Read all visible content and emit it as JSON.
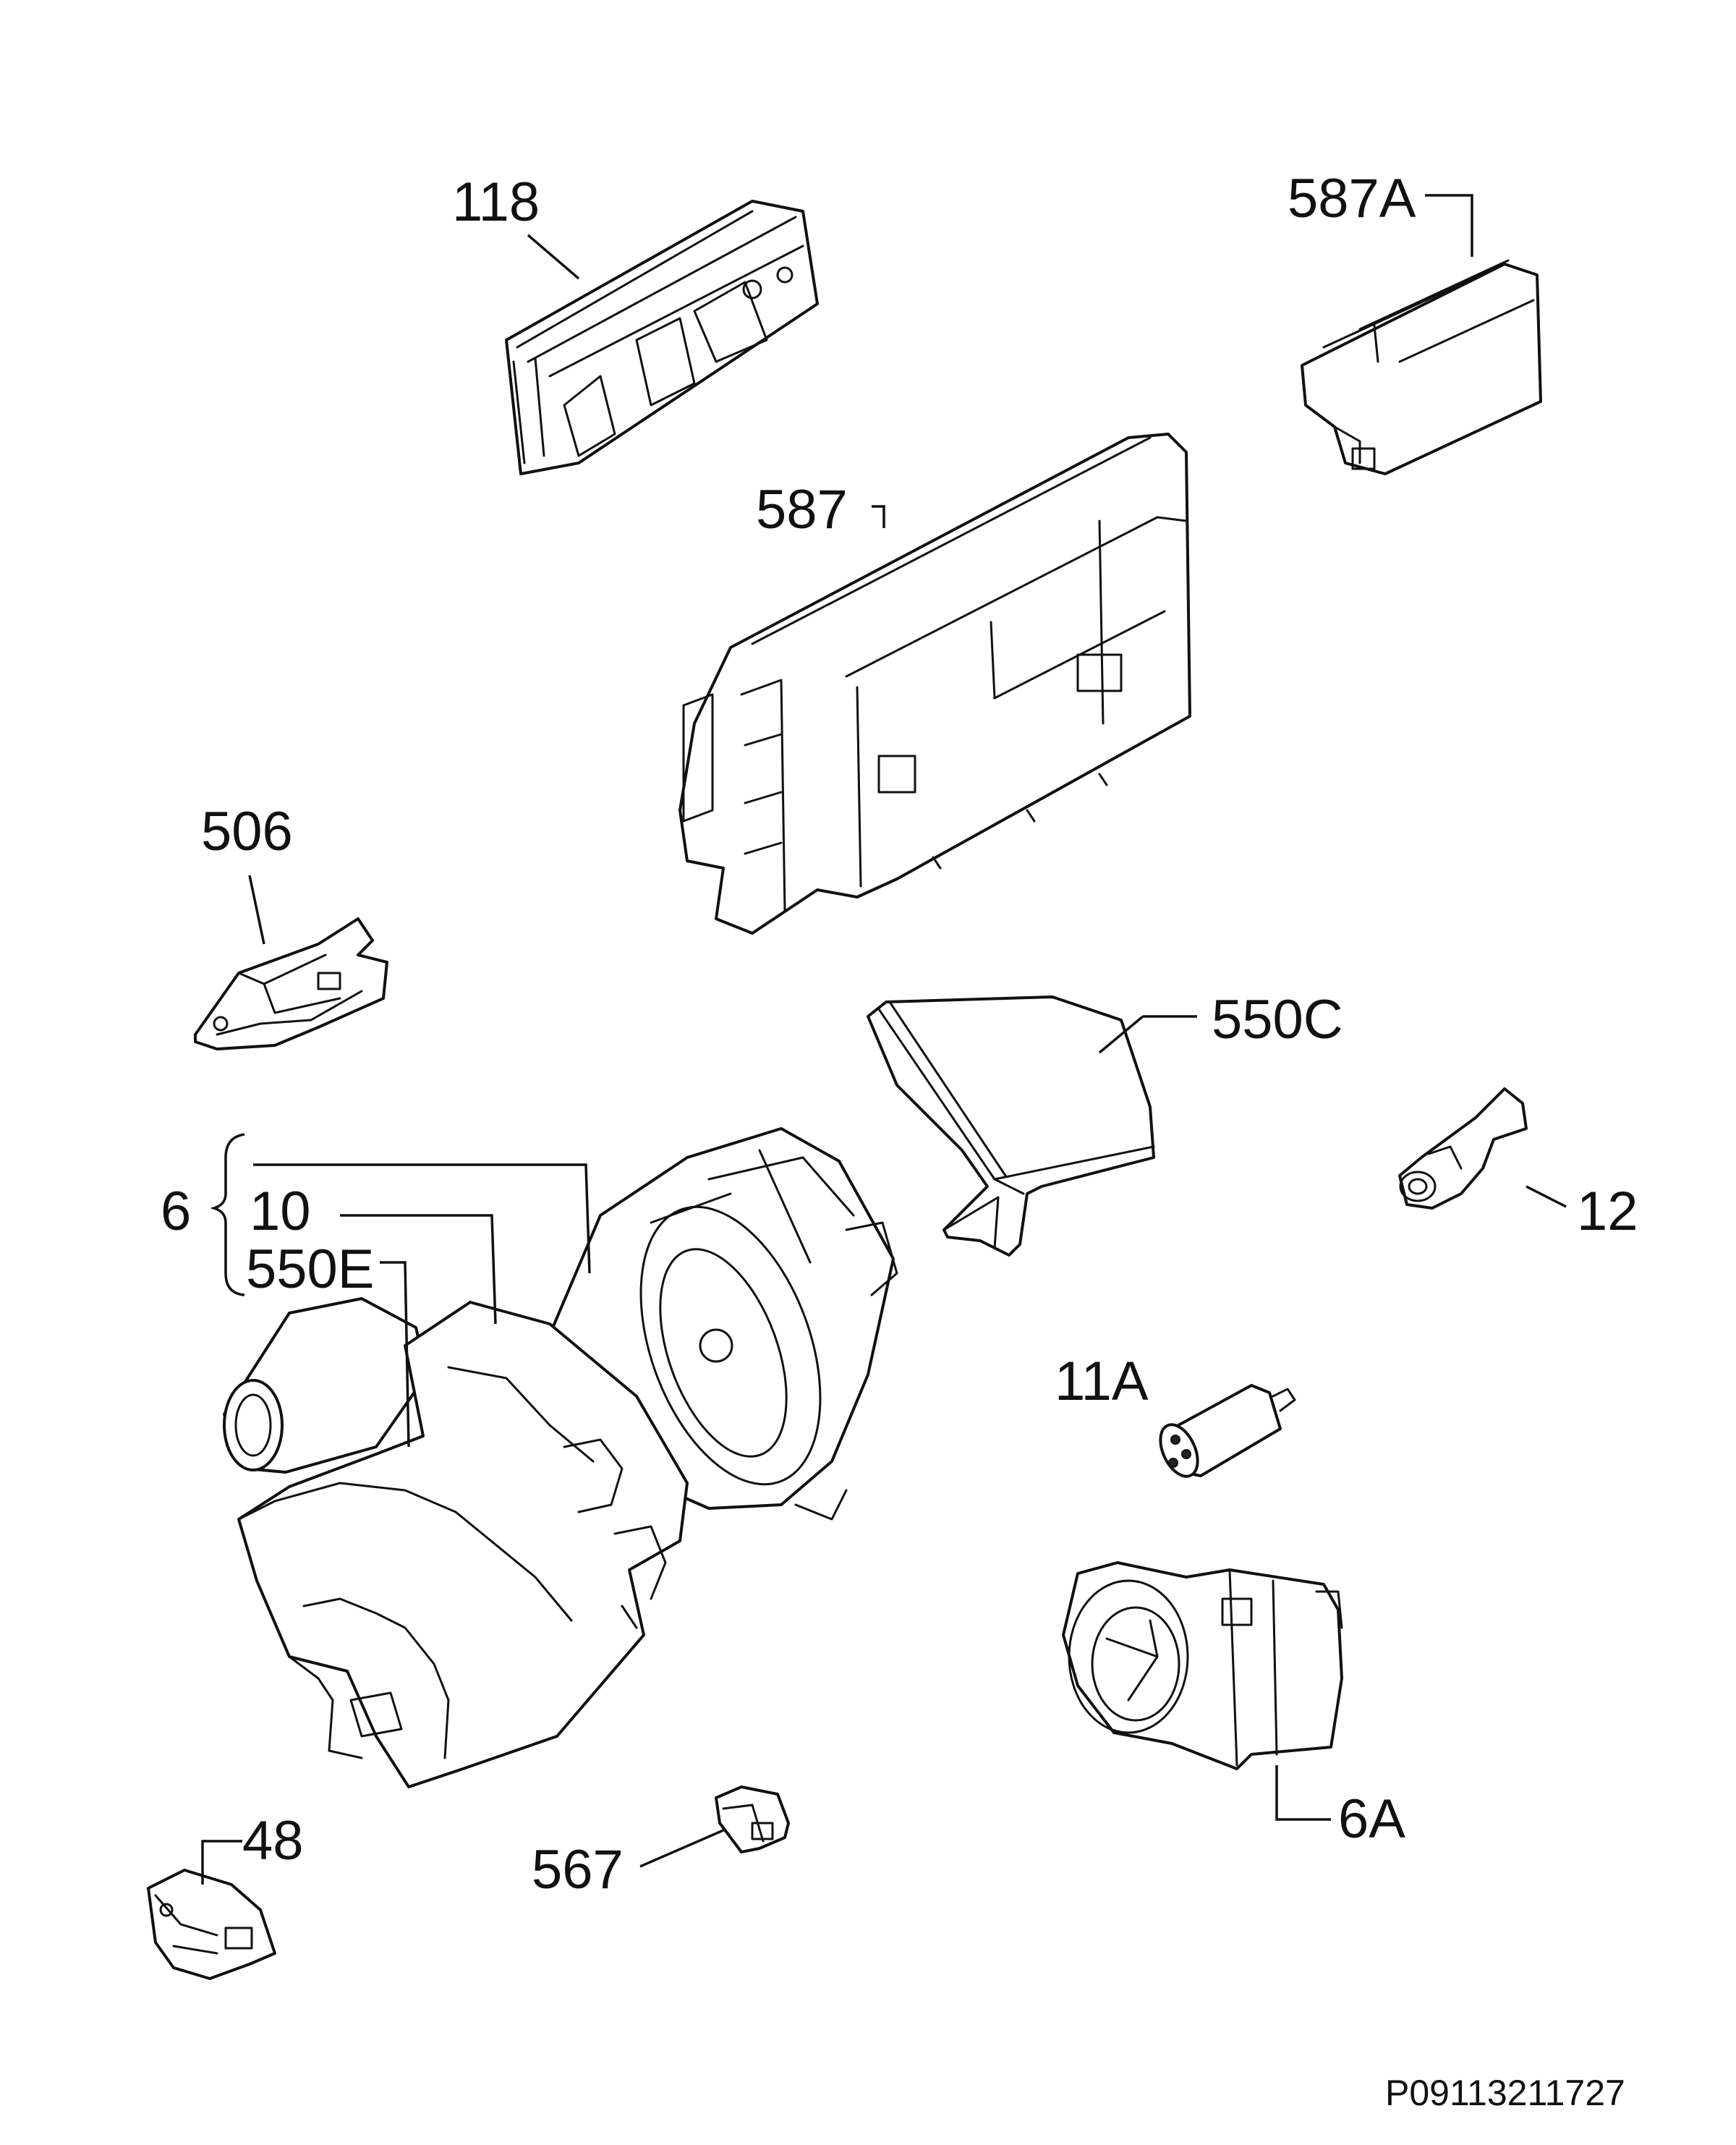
{
  "diagram": {
    "labels": {
      "l118": "118",
      "l587A": "587A",
      "l587": "587",
      "l506": "506",
      "l550C": "550C",
      "l6": "6",
      "l10": "10",
      "l550E": "550E",
      "l12": "12",
      "l11A": "11A",
      "l48": "48",
      "l567": "567",
      "l6A": "6A"
    },
    "drawing_code": "P09113211727"
  }
}
